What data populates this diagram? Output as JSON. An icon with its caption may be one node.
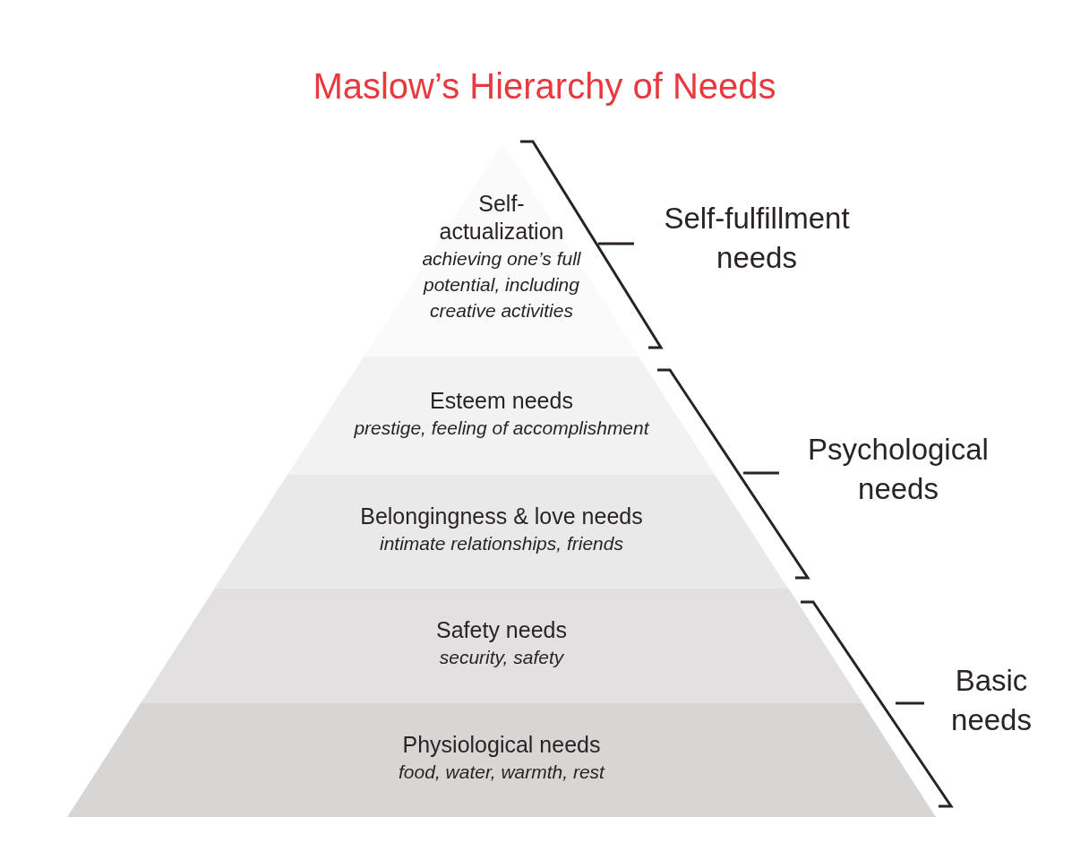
{
  "diagram": {
    "title": "Maslow’s Hierarchy of Needs",
    "nodes": [
      {
        "text": [
          "Self-actualization",
          "achieving one’s full potential, including creative activities"
        ]
      },
      {
        "text": [
          "Esteem needs",
          "prestige, feeling of accomplishment"
        ]
      },
      {
        "text": [
          "Belongingness & love needs",
          "intimate relationships, friends"
        ]
      },
      {
        "text": [
          "Safety needs",
          "security, safety"
        ]
      },
      {
        "text": [
          "Physiological needs",
          "food, water, warmth, rest"
        ]
      }
    ],
    "labels": [
      "Self-fulfillment needs",
      "Psychological needs",
      "Basic needs"
    ]
  }
}
